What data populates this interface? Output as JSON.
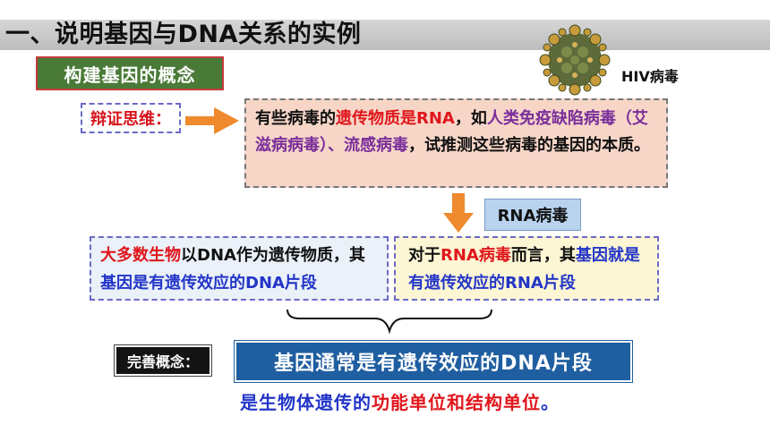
{
  "title": "一、说明基因与DNA关系的实例",
  "tag_concept": "构建基因的概念",
  "hiv_label": "HIV病毒",
  "critical_thinking": "辩证思维：",
  "question": {
    "p1": "有些病毒的",
    "p2": "遗传物质是RNA",
    "p3": "，如",
    "p4": "人类免疫缺陷病毒（艾滋病病毒）、流感病毒",
    "p5": "，试推测这些病毒的基因的本质。"
  },
  "rna_virus_tag": "RNA病毒",
  "left_statement": {
    "p1": "大多数生物",
    "p2": "以DNA作为遗传物质，其",
    "p3": "基因",
    "p4": "是有遗传效应的DNA片段"
  },
  "right_statement": {
    "p1": "对于",
    "p2": "RNA病毒",
    "p3": "而言，其",
    "p4": "基因",
    "p5": "就是有遗传效应的RNA片段"
  },
  "perfect_concept_tag": "完善概念：",
  "concept_statement": "基因通常是有遗传效应的DNA片段",
  "bottom": {
    "p1": "是生物体遗传的",
    "p2": "功能单位和结构单位",
    "p3": "。"
  },
  "colors": {
    "red": "#e0161c",
    "blue": "#2436c8",
    "purple": "#7a2f9a",
    "green_tag": "#4a7a37",
    "blue_box": "#1f5ea0",
    "arrow_orange": "#ef8a2e"
  }
}
